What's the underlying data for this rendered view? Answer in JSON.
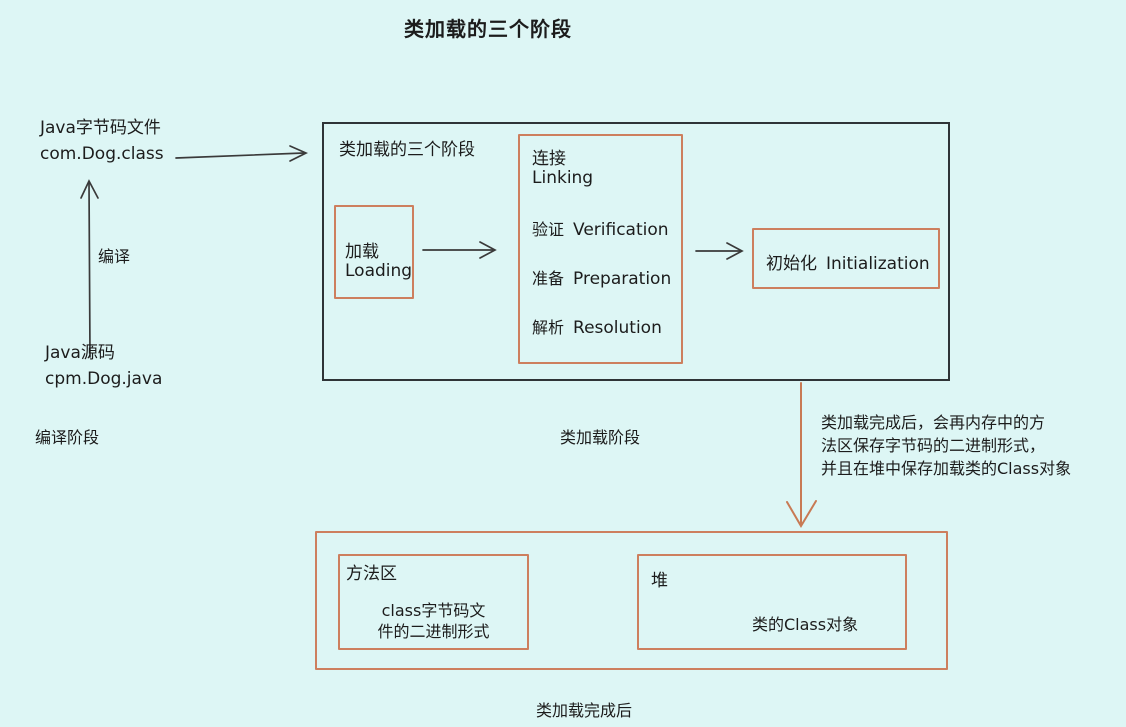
{
  "title": "类加载的三个阶段",
  "compile_stage": {
    "bytecode_file": {
      "line1": "Java字节码文件",
      "line2": "com.Dog.class"
    },
    "compile_arrow_label": "编译",
    "source_file": {
      "line1": "Java源码",
      "line2": "cpm.Dog.java"
    },
    "stage_label": "编译阶段"
  },
  "load_stage": {
    "box_title": "类加载的三个阶段",
    "loading_box": {
      "zh": "加载",
      "en": "Loading"
    },
    "linking_box": {
      "zh": "连接",
      "en": "Linking",
      "steps": [
        {
          "zh": "验证",
          "en": "Verification"
        },
        {
          "zh": "准备",
          "en": "Preparation"
        },
        {
          "zh": "解析",
          "en": "Resolution"
        }
      ]
    },
    "init_box": {
      "zh": "初始化",
      "en": "Initialization"
    },
    "stage_label": "类加载阶段"
  },
  "after_stage": {
    "note": {
      "line1": "类加载完成后，会再内存中的方",
      "line2": "法区保存字节码的二进制形式，",
      "line3": "并且在堆中保存加载类的Class对象"
    },
    "method_area_box": {
      "label": "方法区",
      "line1": "class字节码文",
      "line2": "件的二进制形式"
    },
    "heap_box": {
      "label": "堆",
      "content": "类的Class对象"
    },
    "stage_label": "类加载完成后"
  },
  "colors": {
    "background": "#ddf6f5",
    "accent": "#cd7f5e",
    "outline": "#2f3437",
    "arrow": "#3a3a3a",
    "orange_arrow": "#c87a54"
  }
}
